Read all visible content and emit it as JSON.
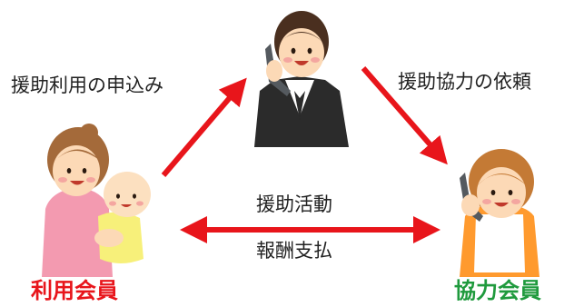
{
  "labels": {
    "request": "援助利用の申込み",
    "commission": "援助協力の依頼",
    "activity": "援助活動",
    "payment": "報酬支払"
  },
  "roles": {
    "user_member": "利用会員",
    "cooperating_member": "協力会員"
  },
  "colors": {
    "arrow": "#e8151b",
    "user_member": "#e8151b",
    "cooperating_member": "#1f9a3d"
  },
  "figures": {
    "coordinator": "businesswoman-on-phone-icon",
    "user_member": "mother-holding-baby-icon",
    "cooperating_member": "woman-on-phone-icon"
  }
}
